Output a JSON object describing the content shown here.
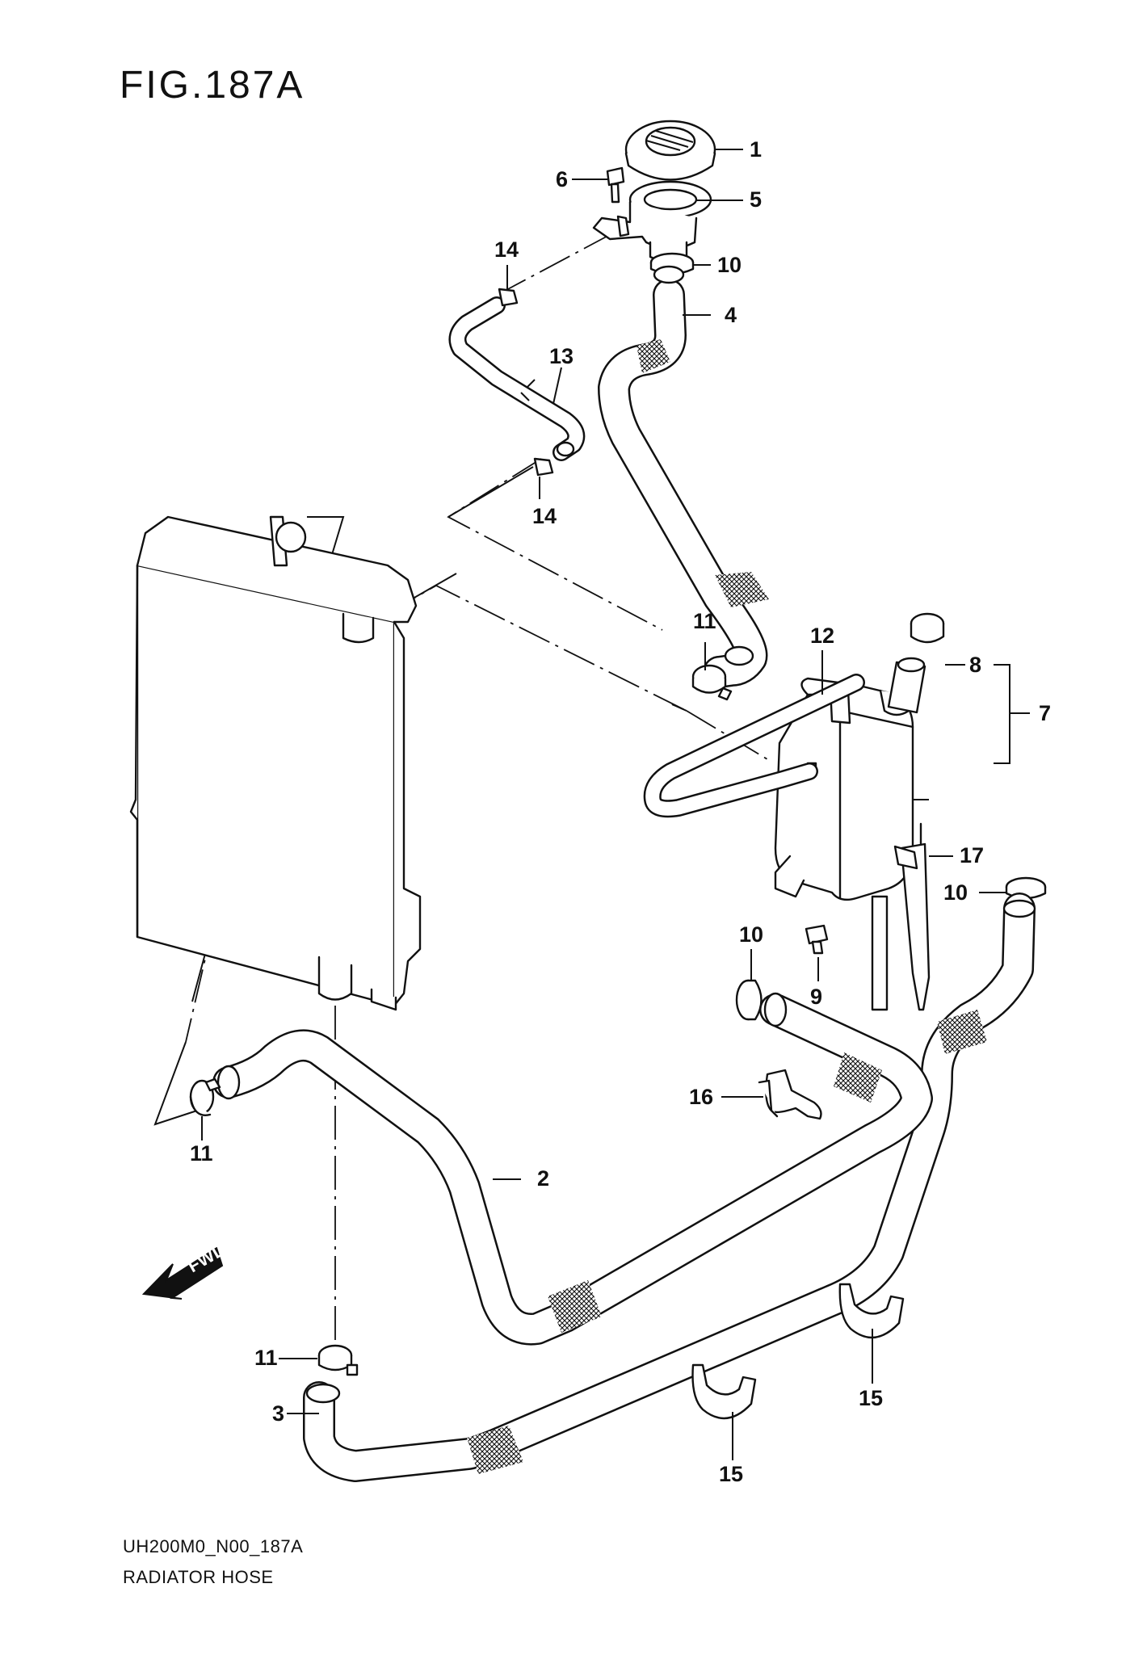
{
  "figure": {
    "title": "FIG.187A"
  },
  "footer": {
    "code": "UH200M0_N00_187A",
    "name": "RADIATOR HOSE"
  },
  "fwd_arrow": {
    "label": "FWD"
  },
  "callouts": {
    "c1": "1",
    "c2": "2",
    "c3": "3",
    "c4": "4",
    "c5": "5",
    "c6": "6",
    "c7": "7",
    "c8": "8",
    "c9": "9",
    "c10a": "10",
    "c10b": "10",
    "c10c": "10",
    "c11a": "11",
    "c11b": "11",
    "c11c": "11",
    "c12": "12",
    "c13": "13",
    "c14a": "14",
    "c14b": "14",
    "c15a": "15",
    "c15b": "15",
    "c16": "16",
    "c17": "17"
  }
}
